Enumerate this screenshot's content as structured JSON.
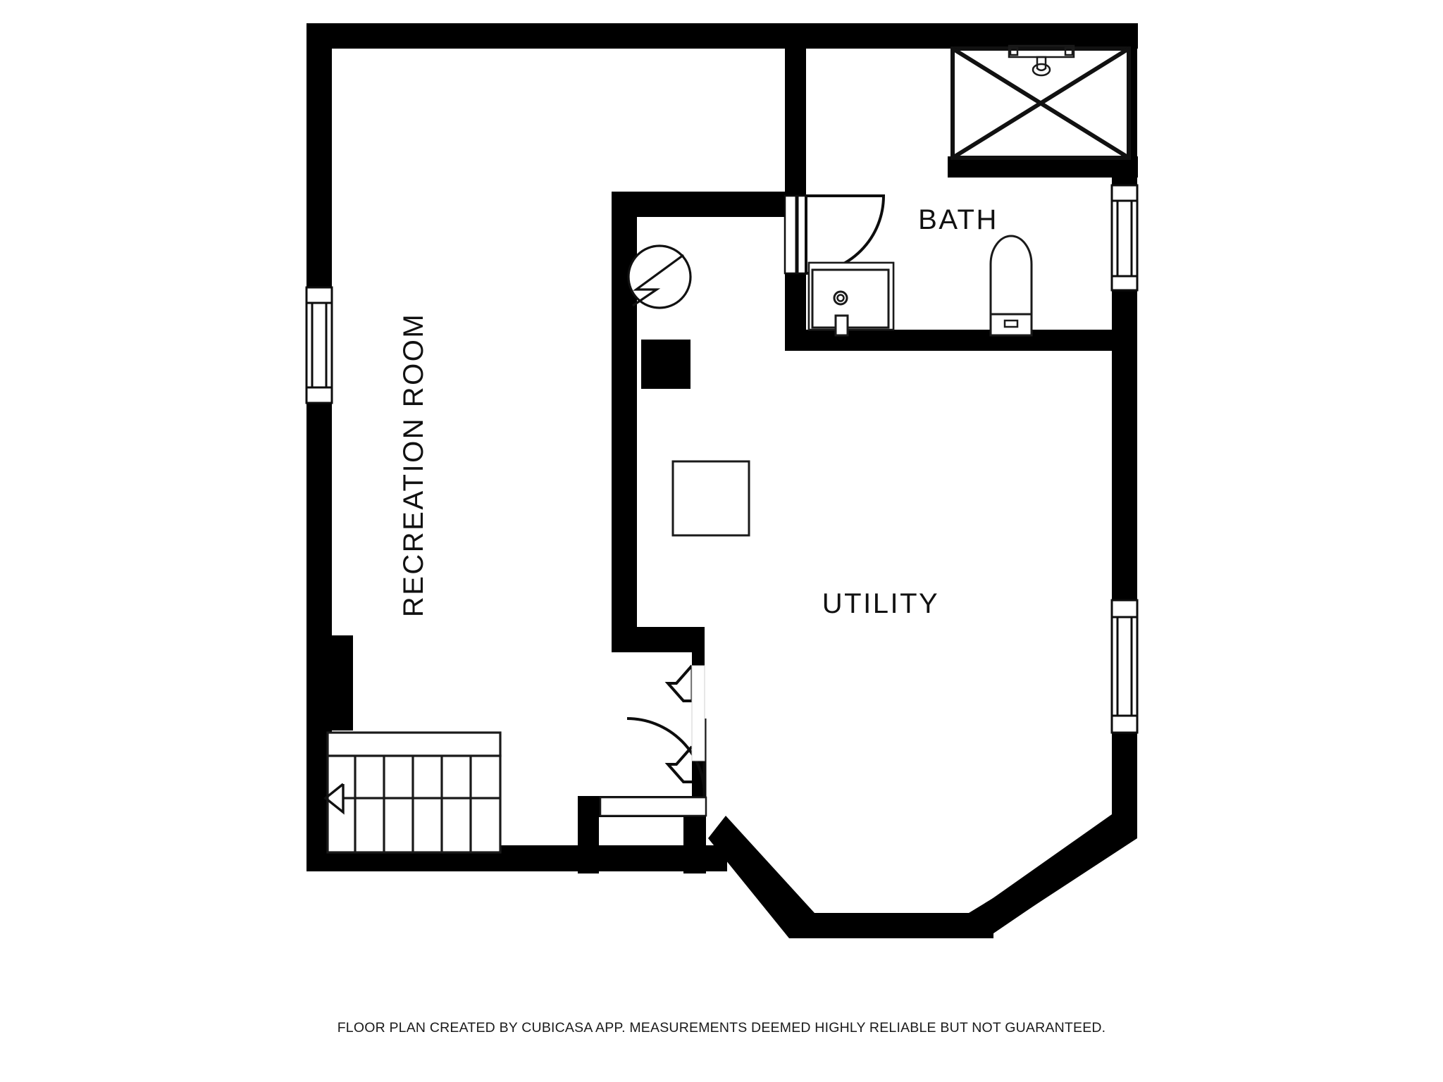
{
  "document": {
    "type": "floor-plan",
    "level": "basement",
    "caption": "FLOOR PLAN CREATED BY CUBICASA APP. MEASUREMENTS DEEMED HIGHLY RELIABLE BUT NOT GUARANTEED.",
    "background_color": "#ffffff",
    "wall_color": "#000000",
    "line_color": "#1a1a1a"
  },
  "rooms": [
    {
      "id": "recreation-room",
      "label": "RECREATION ROOM",
      "orientation": "vertical"
    },
    {
      "id": "bath",
      "label": "BATH",
      "orientation": "horizontal"
    },
    {
      "id": "utility",
      "label": "UTILITY",
      "orientation": "horizontal"
    }
  ],
  "fixtures": [
    {
      "id": "shower-stall",
      "name": "shower-stall",
      "room": "bath"
    },
    {
      "id": "shower-head",
      "name": "shower-head",
      "room": "bath"
    },
    {
      "id": "vanity-sink",
      "name": "vanity-sink",
      "room": "bath"
    },
    {
      "id": "sink-drain",
      "name": "sink-drain",
      "room": "bath"
    },
    {
      "id": "sink-faucet",
      "name": "sink-faucet",
      "room": "bath"
    },
    {
      "id": "toilet",
      "name": "toilet",
      "room": "bath"
    },
    {
      "id": "toilet-tank",
      "name": "toilet-tank",
      "room": "bath"
    },
    {
      "id": "electrical-panel",
      "name": "electrical-panel-symbol",
      "room": "utility"
    },
    {
      "id": "water-heater",
      "name": "water-heater",
      "room": "utility"
    },
    {
      "id": "furnace",
      "name": "furnace-unit",
      "room": "utility"
    },
    {
      "id": "staircase",
      "name": "staircase",
      "room": "recreation-room",
      "treads": 6,
      "direction": "left"
    }
  ],
  "openings": [
    {
      "id": "bath-door",
      "name": "bath-door",
      "type": "hinged-door"
    },
    {
      "id": "utility-door",
      "name": "utility-door",
      "type": "hinged-door"
    },
    {
      "id": "window-west",
      "name": "window",
      "wall": "west"
    },
    {
      "id": "window-east-upper",
      "name": "window",
      "wall": "east"
    },
    {
      "id": "window-east-lower",
      "name": "window",
      "wall": "east"
    }
  ],
  "labels": {
    "recreation_room": "RECREATION ROOM",
    "bath": "BATH",
    "utility": "UTILITY"
  }
}
